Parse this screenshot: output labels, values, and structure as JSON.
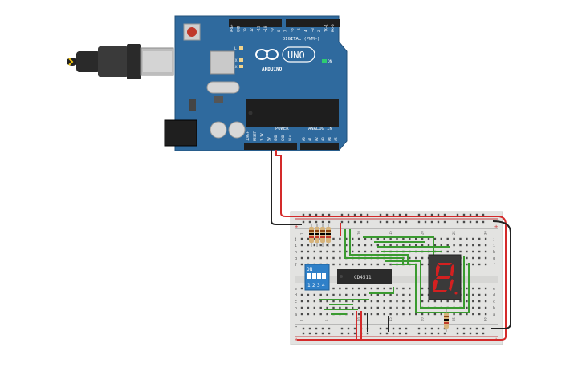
{
  "arduino": {
    "brand": "ARDUINO",
    "model": "UNO",
    "digital_header_label": "DIGITAL (PWM~)",
    "power_label": "POWER",
    "analog_label": "ANALOG IN",
    "on_label": "ON",
    "led_l": "L",
    "led_tx": "TX",
    "led_rx": "RX",
    "pins_top": [
      "AREF",
      "GND",
      "13",
      "12",
      "~11",
      "~10",
      "~9",
      "8",
      "7",
      "~6",
      "~5",
      "4",
      "~3",
      "2",
      "TX→1",
      "RX←0"
    ],
    "pins_power": [
      "IOREF",
      "RESET",
      "3.3V",
      "5V",
      "GND",
      "GND",
      "Vin"
    ],
    "pins_analog": [
      "A0",
      "A1",
      "A2",
      "A3",
      "A4",
      "A5"
    ]
  },
  "breadboard": {
    "chip_label": "CD4511",
    "dip_label": "ON",
    "dip_numbers": [
      "1",
      "2",
      "3",
      "4"
    ],
    "rail_plus": "+",
    "rail_minus": "-",
    "col_numbers": [
      "1",
      "5",
      "10",
      "15",
      "20",
      "25",
      "30"
    ],
    "row_letters_top": [
      "j",
      "i",
      "h",
      "g",
      "f"
    ],
    "row_letters_bottom": [
      "e",
      "d",
      "c",
      "b",
      "a"
    ]
  },
  "colors": {
    "board": "#2f6a9e",
    "breadboard": "#e3e3e1",
    "wire_red": "#d42a2a",
    "wire_black": "#222222",
    "wire_green": "#3a9b30",
    "chip": "#2b2b2b",
    "dip": "#2f80c8",
    "seg_on": "#d42020"
  }
}
